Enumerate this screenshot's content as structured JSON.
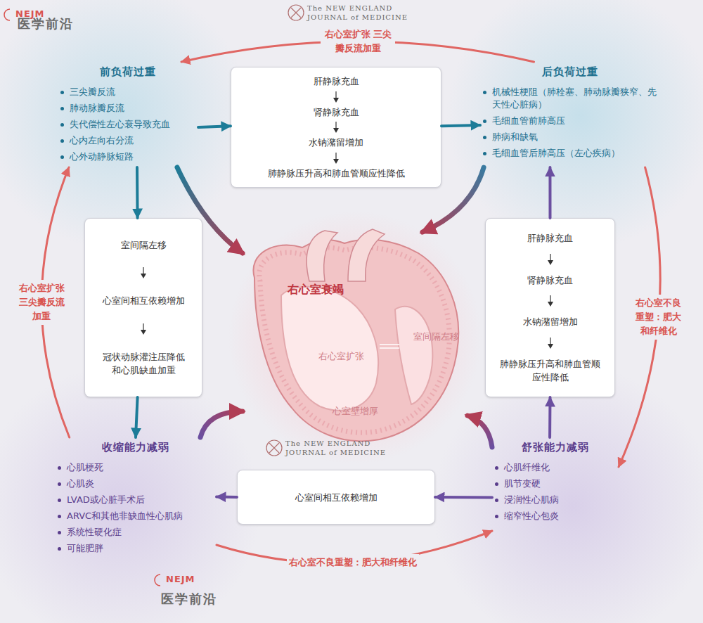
{
  "diagram": {
    "nodes": [
      {
        "text": [
          "前负荷过重",
          "三尖瓣反流",
          "肺动脉瓣反流",
          "失代偿性左心衰导致充血",
          "心内左向右分流",
          "心外动静脉短路"
        ]
      },
      {
        "text": [
          "肝静脉充血",
          "肾静脉充血",
          "水钠潴留增加",
          "肺静脉压升高和肺血管顺应性降低"
        ]
      },
      {
        "text": [
          "后负荷过重",
          "机械性梗阻（肺栓塞、肺动脉瓣狭窄、先天性心脏病）",
          "毛细血管前肺高压",
          "肺病和缺氧",
          "毛细血管后肺高压（左心疾病）"
        ]
      },
      {
        "text": [
          "室间隔左移",
          "心室间相互依赖增加",
          "冠状动脉灌注压降低和心肌缺血加重"
        ]
      },
      {
        "text": [
          "右心室衰竭",
          "右心室扩张",
          "室间隔左移",
          "心室壁增厚"
        ]
      },
      {
        "text": [
          "肝静脉充血",
          "肾静脉充血",
          "水钠潴留增加",
          "肺静脉压升高和肺血管顺应性降低"
        ]
      },
      {
        "text": [
          "收缩能力减弱",
          "心肌梗死",
          "心肌炎",
          "LVAD或心脏手术后",
          "ARVC和其他非缺血性心肌病",
          "系统性硬化症",
          "可能肥胖"
        ]
      },
      {
        "text": [
          "心室间相互依赖增加"
        ]
      },
      {
        "text": [
          "舒张能力减弱",
          "心肌纤维化",
          "肌节变硬",
          "浸润性心肌病",
          "缩窄性心包炎"
        ]
      }
    ],
    "edges": [
      {
        "from": 2,
        "to": 0,
        "arrow": "to",
        "label": "右心室扩张 三尖瓣反流加重"
      },
      {
        "from": 0,
        "to": 1,
        "arrow": "to"
      },
      {
        "from": 1,
        "to": 2,
        "arrow": "to"
      },
      {
        "from": 0,
        "to": 3,
        "arrow": "to"
      },
      {
        "from": 0,
        "to": 4,
        "arrow": "to"
      },
      {
        "from": 2,
        "to": 4,
        "arrow": "to"
      },
      {
        "from": 3,
        "to": 6,
        "arrow": "to"
      },
      {
        "from": 5,
        "to": 2,
        "arrow": "to"
      },
      {
        "from": 8,
        "to": 5,
        "arrow": "to"
      },
      {
        "from": 2,
        "to": 8,
        "arrow": "to",
        "label": "右心室不良重塑：肥大和纤维化"
      },
      {
        "from": 6,
        "to": 0,
        "arrow": "to",
        "label": "右心室扩张 三尖瓣反流加重"
      },
      {
        "from": 8,
        "to": 7,
        "arrow": "to"
      },
      {
        "from": 7,
        "to": 6,
        "arrow": "to"
      },
      {
        "from": 6,
        "to": 8,
        "arrow": "to",
        "label": "右心室不良重塑：肥大和纤维化"
      },
      {
        "from": 6,
        "to": 4,
        "arrow": "to"
      },
      {
        "from": 8,
        "to": 4,
        "arrow": "to"
      }
    ],
    "labels": [
      "NEJM",
      "医学前沿",
      "The NEW ENGLAND",
      "JOURNAL of MEDICINE",
      "The NEW ENGLAND",
      "JOURNAL of MEDICINE",
      "NEJM",
      "医学前沿"
    ]
  }
}
